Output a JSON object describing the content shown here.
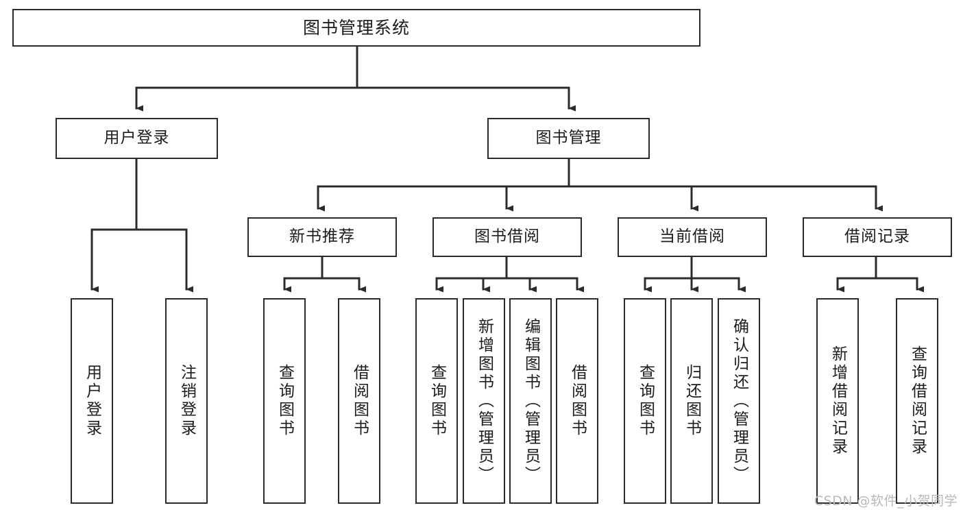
{
  "diagram": {
    "title": "图书管理系统",
    "type": "hierarchy-tree",
    "colors": {
      "line": "#2b2b2b",
      "box_border": "#2b2b2b",
      "box_fill": "#ffffff",
      "text": "#1c1c1c",
      "watermark": "#b9b9b9",
      "background": "#ffffff"
    },
    "root": {
      "label": "图书管理系统"
    },
    "level2": [
      {
        "label": "用户登录"
      },
      {
        "label": "图书管理"
      }
    ],
    "level3": [
      {
        "label": "新书推荐"
      },
      {
        "label": "图书借阅"
      },
      {
        "label": "当前借阅"
      },
      {
        "label": "借阅记录"
      }
    ],
    "leaves": {
      "user_login": [
        {
          "label": "用户登录"
        },
        {
          "label": "注销登录"
        }
      ],
      "new_book_recommend": [
        {
          "label": "查询图书"
        },
        {
          "label": "借阅图书"
        }
      ],
      "book_borrow": [
        {
          "label": "查询图书"
        },
        {
          "label": "新增图书（管理员）"
        },
        {
          "label": "编辑图书（管理员）"
        },
        {
          "label": "借阅图书"
        }
      ],
      "current_borrow": [
        {
          "label": "查询图书"
        },
        {
          "label": "归还图书"
        },
        {
          "label": "确认归还（管理员）"
        }
      ],
      "borrow_record": [
        {
          "label": "新增借阅记录"
        },
        {
          "label": "查询借阅记录"
        }
      ]
    }
  },
  "watermark": {
    "text": "CSDN @软件_小贺同学"
  }
}
